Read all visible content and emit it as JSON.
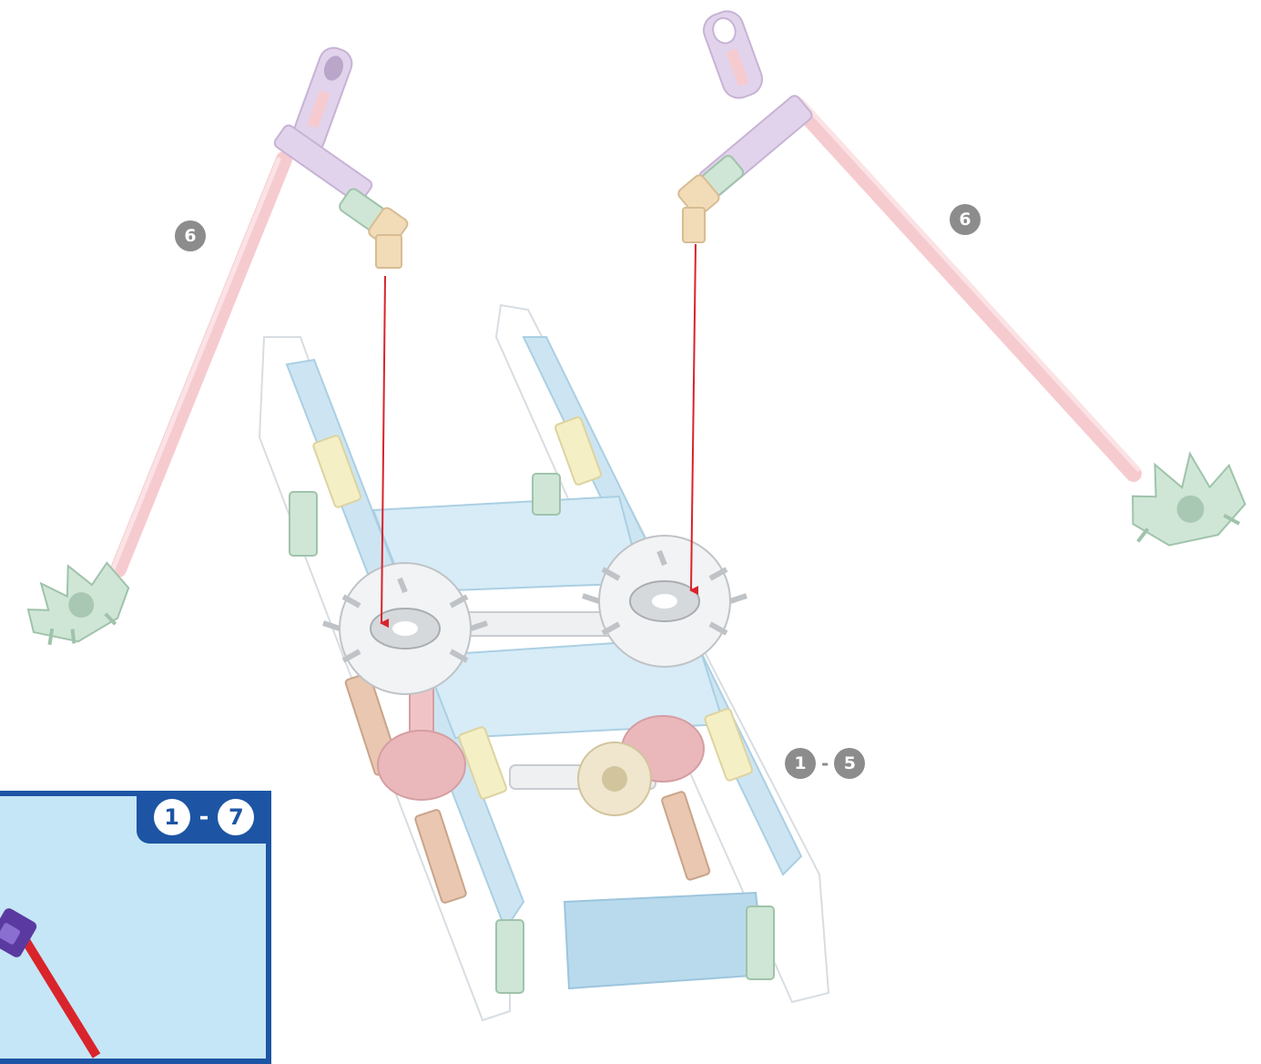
{
  "steps": {
    "left_rod_step": "6",
    "right_rod_step": "6",
    "frame_range_start": "1",
    "frame_range_sep": "-",
    "frame_range_end": "5"
  },
  "inset": {
    "range_start": "1",
    "range_sep": "-",
    "range_end": "7"
  },
  "colors": {
    "badge_gray": "#8c8c8c",
    "inset_blue": "#1d55a4",
    "inset_bg": "#c5e6f6",
    "arrow_red": "#d9242b",
    "rod_pink": "#f6cbcf",
    "connector_lilac": "#e2d3ec",
    "part_green": "#cfe6d6",
    "part_tan": "#f2dcb8",
    "rail_blue": "#cde5f2",
    "plate_blue": "#d7ecf7",
    "spacer_yellow": "#f5efc6"
  },
  "icons": {
    "arrow": "arrow-down-icon"
  }
}
